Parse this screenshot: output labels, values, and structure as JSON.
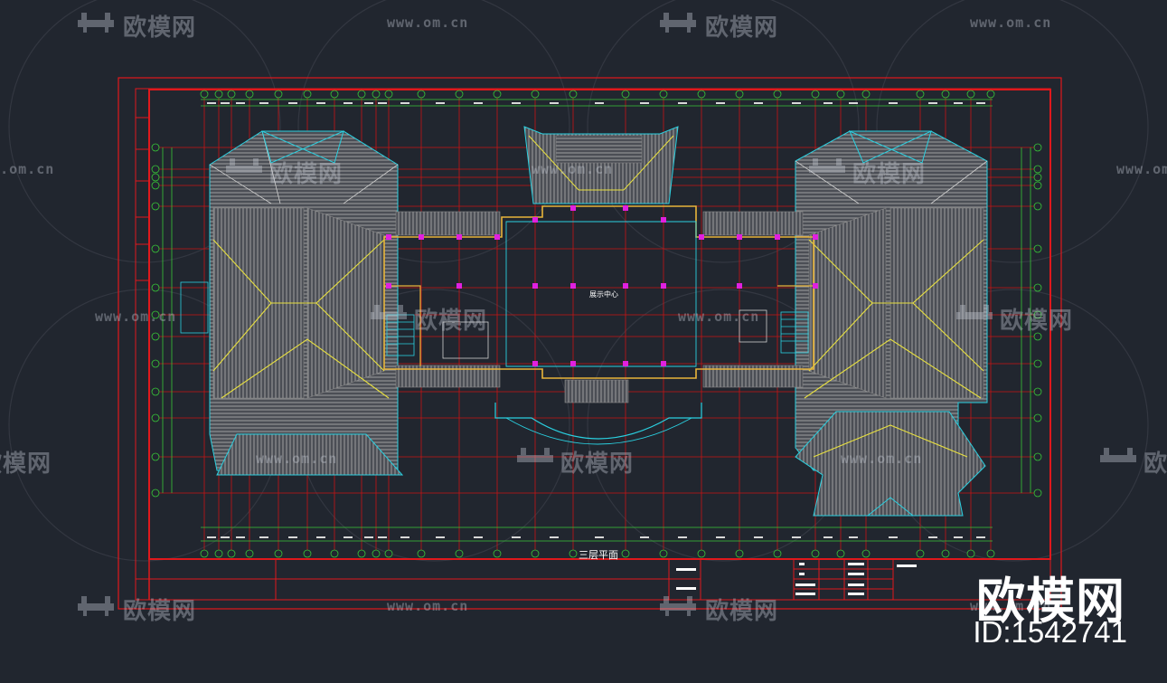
{
  "drawing": {
    "title": "三层平面",
    "room_label": "展示中心",
    "frame_color": "#e0181c",
    "grid_color": "#d01010",
    "dim_color": "#38c838",
    "roof_color": "#9a9a9a",
    "wall_color": "#e8b43a",
    "column_color": "#e020e0",
    "accent_cyan": "#2ad0e0"
  },
  "watermarks": {
    "logo_text": "欧模网",
    "url_text": "www.om.cn"
  },
  "brand": {
    "name": "欧模网",
    "id_text": "ID:1542741"
  }
}
